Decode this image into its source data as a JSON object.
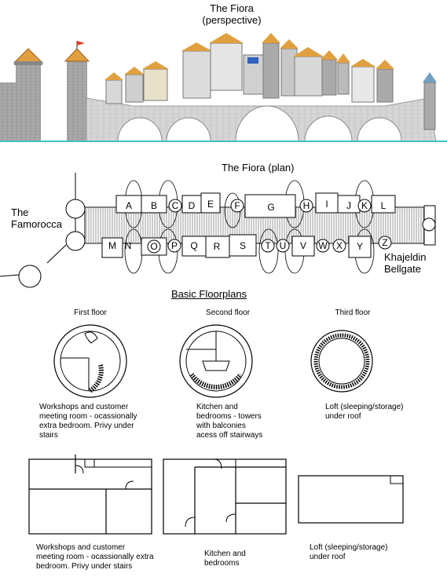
{
  "perspective": {
    "title": "The Fiora",
    "subtitle": "(perspective)"
  },
  "plan": {
    "title": "The Fiora (plan)",
    "left_label_line1": "The",
    "left_label_line2": "Famorocca",
    "right_label_line1": "Khajeldin",
    "right_label_line2": "Bellgate",
    "top_labels": [
      "A",
      "B",
      "C",
      "D",
      "E",
      "F",
      "G",
      "H",
      "I",
      "J",
      "K",
      "L"
    ],
    "bottom_labels": [
      "M",
      "N",
      "O",
      "P",
      "Q",
      "R",
      "S",
      "T",
      "U",
      "V",
      "W",
      "X",
      "Y",
      "Z"
    ]
  },
  "floorplans": {
    "heading": "Basic Floorplans",
    "first": {
      "title": "First floor",
      "round_desc": [
        "Workshops and customer",
        "meeting room - ocassionally",
        "extra bedroom.  Privy under",
        "stairs"
      ],
      "rect_desc": [
        "Workshops and customer",
        "meeting room - ocassionally extra",
        "bedroom.  Privy under stairs"
      ]
    },
    "second": {
      "title": "Second floor",
      "round_desc": [
        "Kitchen and",
        "bedrooms - towers",
        "with balconies",
        "acess off stairways"
      ],
      "rect_desc": [
        "Kitchen and",
        "bedrooms"
      ]
    },
    "third": {
      "title": "Third floor",
      "round_desc": [
        "Loft (sleeping/storage)",
        "under roof"
      ],
      "rect_desc": [
        "Loft (sleeping/storage)",
        "under roof"
      ]
    }
  }
}
